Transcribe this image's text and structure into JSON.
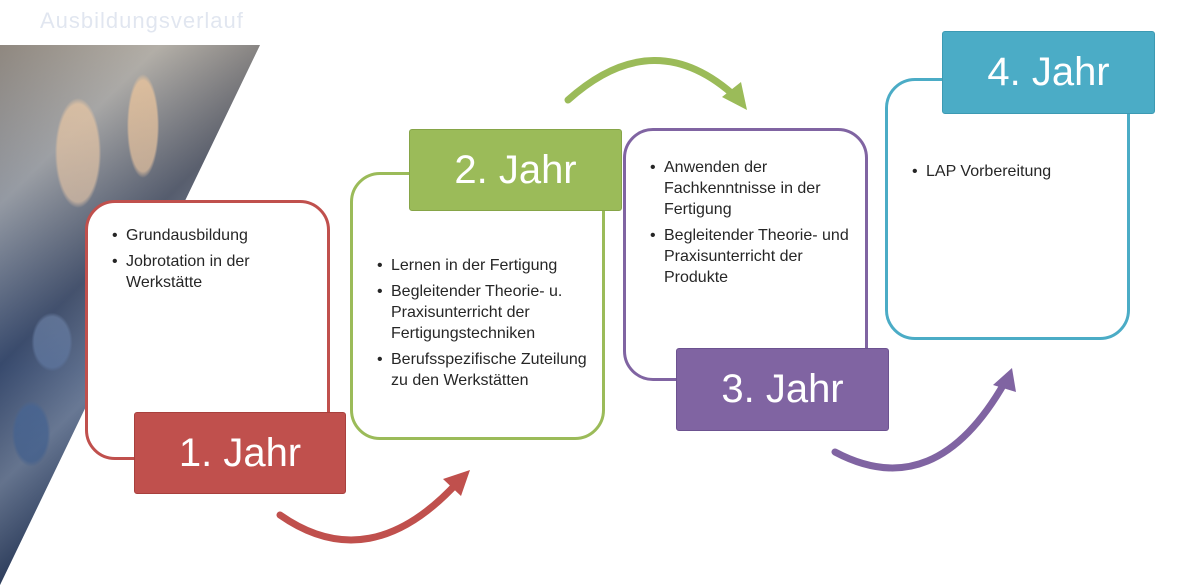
{
  "header": {
    "faded_title": "Ausbildungsverlauf"
  },
  "colors": {
    "year1": "#c0504d",
    "year2": "#9bbb59",
    "year3": "#8064a2",
    "year4": "#4bacc6"
  },
  "years": [
    {
      "label": "1. Jahr",
      "items": [
        "Grundausbildung",
        "Jobrotation in der Werkstätte"
      ]
    },
    {
      "label": "2. Jahr",
      "items": [
        "Lernen in der Fertigung",
        "Begleitender Theorie- u. Praxisunterricht der Fertigungstechniken",
        "Berufsspezifische Zuteilung zu den Werkstätten"
      ]
    },
    {
      "label": "3. Jahr",
      "items": [
        "Anwenden der Fachkenntnisse in der Fertigung",
        "Begleitender Theorie- und Praxisunterricht der Produkte"
      ]
    },
    {
      "label": "4. Jahr",
      "items": [
        "LAP Vorbereitung"
      ]
    }
  ]
}
